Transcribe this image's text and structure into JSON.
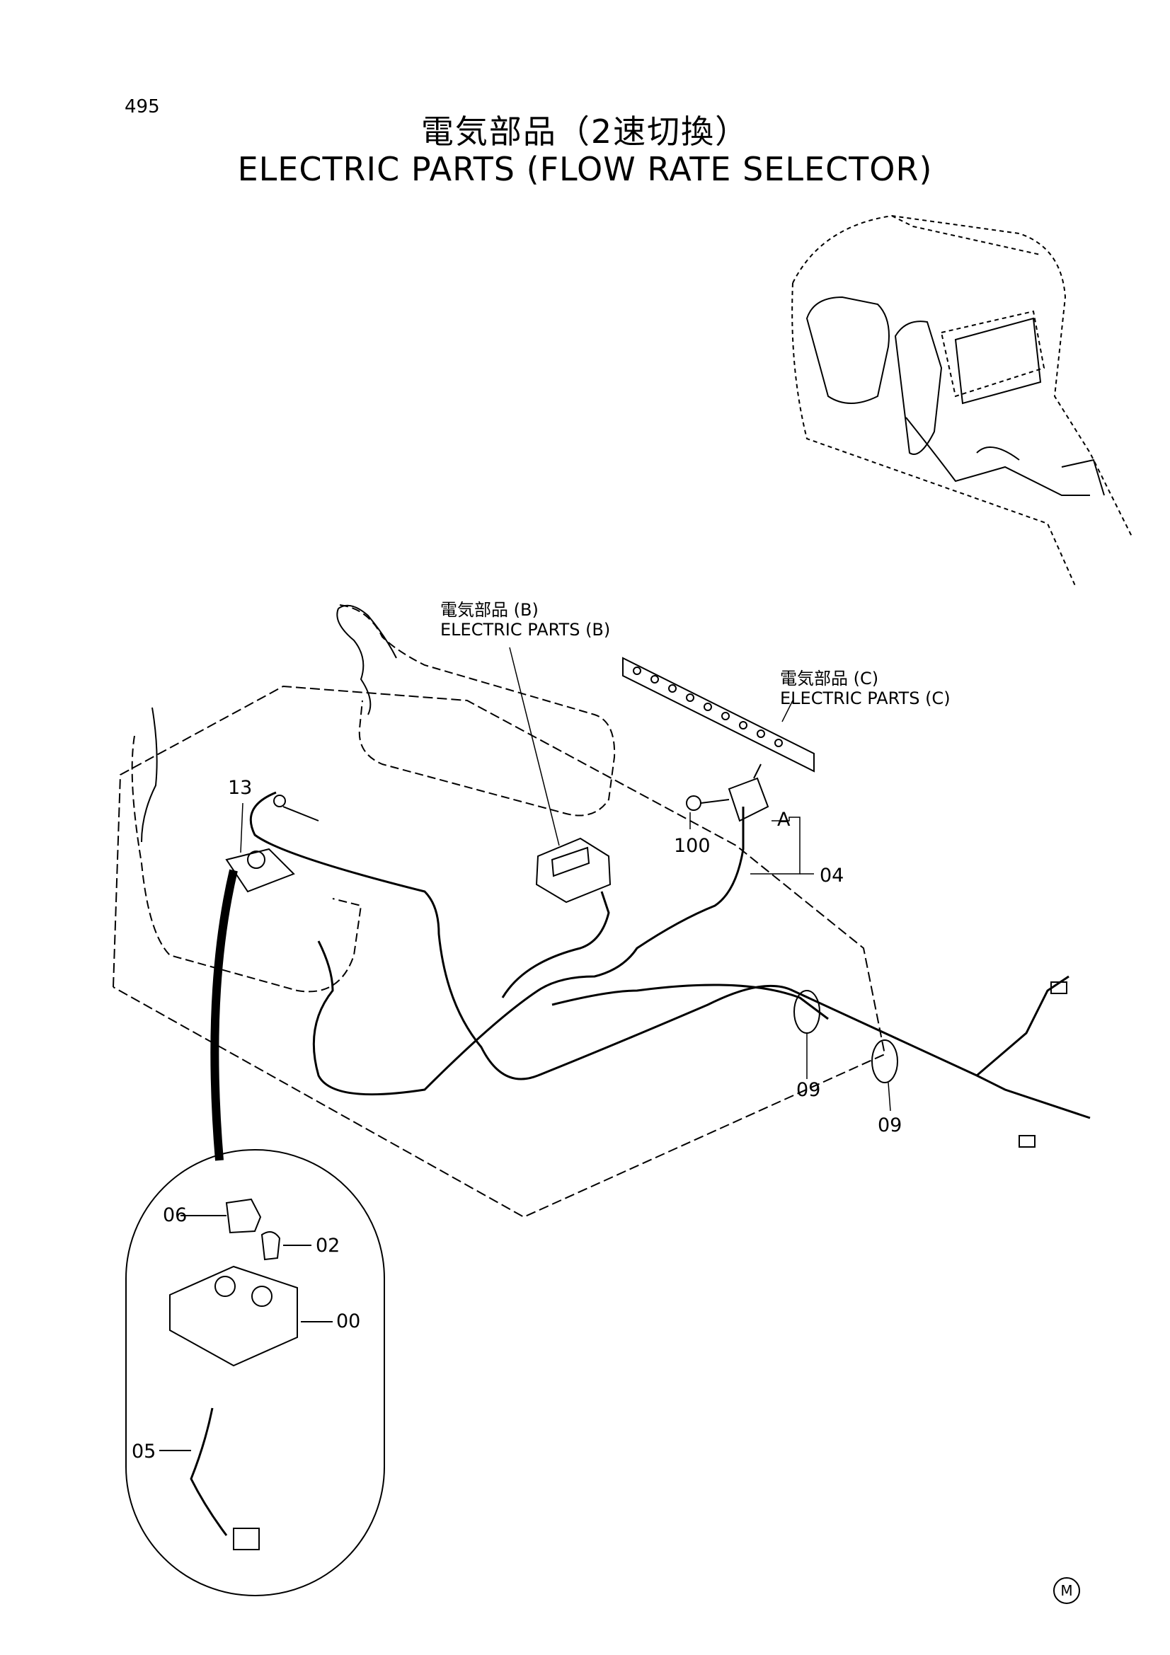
{
  "page": {
    "number": "495",
    "title_jp": "電気部品（2速切換）",
    "title_en": "ELECTRIC PARTS (FLOW RATE SELECTOR)",
    "mark": "M"
  },
  "references": {
    "b": {
      "jp": "電気部品 (B)",
      "en": "ELECTRIC PARTS (B)"
    },
    "c": {
      "jp": "電気部品 (C)",
      "en": "ELECTRIC PARTS (C)"
    }
  },
  "callouts": {
    "p13": "13",
    "p100": "100",
    "pA": "A",
    "p04": "04",
    "p09a": "09",
    "p09b": "09",
    "p06": "06",
    "p02": "02",
    "p00": "00",
    "p05": "05"
  }
}
